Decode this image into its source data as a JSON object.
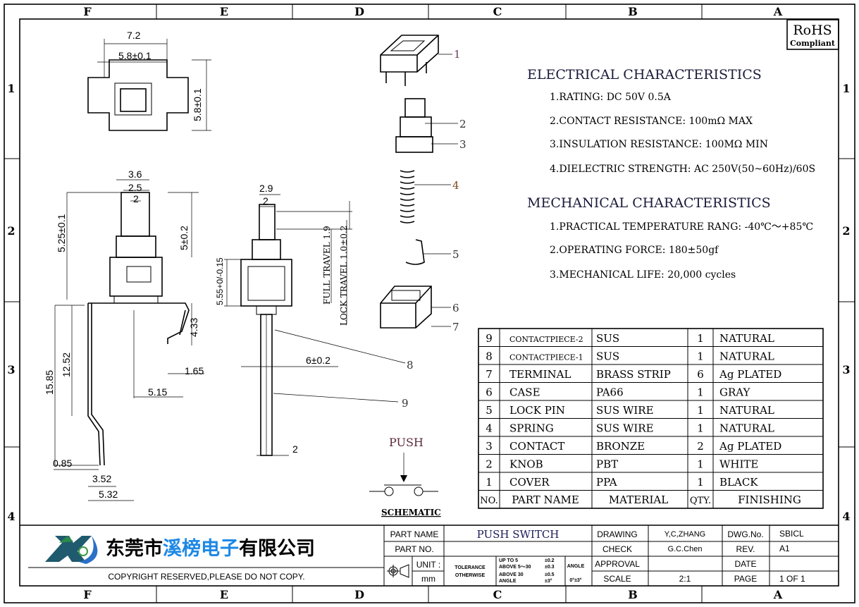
{
  "zones": {
    "columns": [
      "F",
      "E",
      "D",
      "C",
      "B",
      "A"
    ],
    "rows": [
      "1",
      "2",
      "3",
      "4"
    ]
  },
  "rohs": {
    "line1": "RoHS",
    "line2": "Compliant"
  },
  "electrical": {
    "title": "ELECTRICAL CHARACTERISTICS",
    "items": [
      "1.RATING: DC 50V 0.5A",
      "2.CONTACT RESISTANCE: 100mΩ MAX",
      "3.INSULATION RESISTANCE: 100MΩ MIN",
      "4.DIELECTRIC STRENGTH: AC 250V(50~60Hz)/60S"
    ]
  },
  "mechanical": {
    "title": "MECHANICAL CHARACTERISTICS",
    "items": [
      "1.PRACTICAL TEMPERATURE RANG: -40℃～+85℃",
      "2.OPERATING FORCE: 180±50gf",
      "3.MECHANICAL LIFE: 20,000 cycles"
    ]
  },
  "dims": {
    "top_w": "7.2",
    "top_inner": "5.8±0.1",
    "top_h": "5.8±0.1",
    "front_36": "3.6",
    "front_25": "2.5",
    "front_2": "2",
    "front_525": "5.25±0.1",
    "front_5": "5±0.2",
    "front_1585": "15.85",
    "front_1252": "12.52",
    "front_433": "4.33",
    "front_165": "1.65",
    "front_515": "5.15",
    "front_085": "0.85",
    "front_352": "3.52",
    "front_532": "5.32",
    "side_29": "2.9",
    "side_2": "2",
    "side_555": "5.55+0/-0.15",
    "side_full": "FULL TRAVEL 1.9",
    "side_lock": "LOCK TRAVEL 1.0±0.2",
    "side_6": "6±0.2",
    "side_2b": "2"
  },
  "balloons": [
    "1",
    "2",
    "3",
    "4",
    "5",
    "6",
    "7",
    "8",
    "9"
  ],
  "schematic": {
    "push": "PUSH",
    "label": "SCHEMATIC"
  },
  "bom": {
    "headers": [
      "NO.",
      "PART NAME",
      "MATERIAL",
      "QTY.",
      "FINISHING"
    ],
    "rows": [
      [
        "9",
        "CONTACTPIECE-2",
        "SUS",
        "1",
        "NATURAL"
      ],
      [
        "8",
        "CONTACTPIECE-1",
        "SUS",
        "1",
        "NATURAL"
      ],
      [
        "7",
        "TERMINAL",
        "BRASS STRIP",
        "6",
        "Ag PLATED"
      ],
      [
        "6",
        "CASE",
        "PA66",
        "1",
        "GRAY"
      ],
      [
        "5",
        "LOCK PIN",
        "SUS WIRE",
        "1",
        "NATURAL"
      ],
      [
        "4",
        "SPRING",
        "SUS WIRE",
        "1",
        "NATURAL"
      ],
      [
        "3",
        "CONTACT",
        "BRONZE",
        "2",
        "Ag PLATED"
      ],
      [
        "2",
        "KNOB",
        "PBT",
        "1",
        "WHITE"
      ],
      [
        "1",
        "COVER",
        "PPA",
        "1",
        "BLACK"
      ]
    ]
  },
  "title_block": {
    "company": "东莞市溪榜电子有限公司",
    "company_parts": [
      "东莞市",
      "溪榜电子",
      "有限公司"
    ],
    "copyright": "COPYRIGHT RESERVED,PLEASE DO NOT COPY.",
    "part_name_label": "PART NAME",
    "part_name": "PUSH SWITCH",
    "part_no_label": "PART NO.",
    "unit_label": "UNIT :",
    "unit": "mm",
    "tol1": "TOLERANCE",
    "tol2": "OTHERWISE",
    "tol_rows": [
      [
        "UP TO 5",
        "±0.2"
      ],
      [
        "ABOVE 5～30",
        "±0.3"
      ],
      [
        "ABOVE 30",
        "±0.5"
      ],
      [
        "ANGLE",
        "±3°"
      ]
    ],
    "angle_label": "ANGLE",
    "angle": "0°±3°",
    "drawing_label": "DRAWING",
    "drawing": "Y,C,ZHANG",
    "check_label": "CHECK",
    "check": "G.C.Chen",
    "approval_label": "APPROVAL",
    "approval": "",
    "scale_label": "SCALE",
    "scale": "2:1",
    "dwg_label": "DWG.No.",
    "dwg": "SBICL",
    "rev_label": "REV.",
    "rev": "A1",
    "date_label": "DATE",
    "date": "",
    "page_label": "PAGE",
    "page": "1 OF 1"
  }
}
